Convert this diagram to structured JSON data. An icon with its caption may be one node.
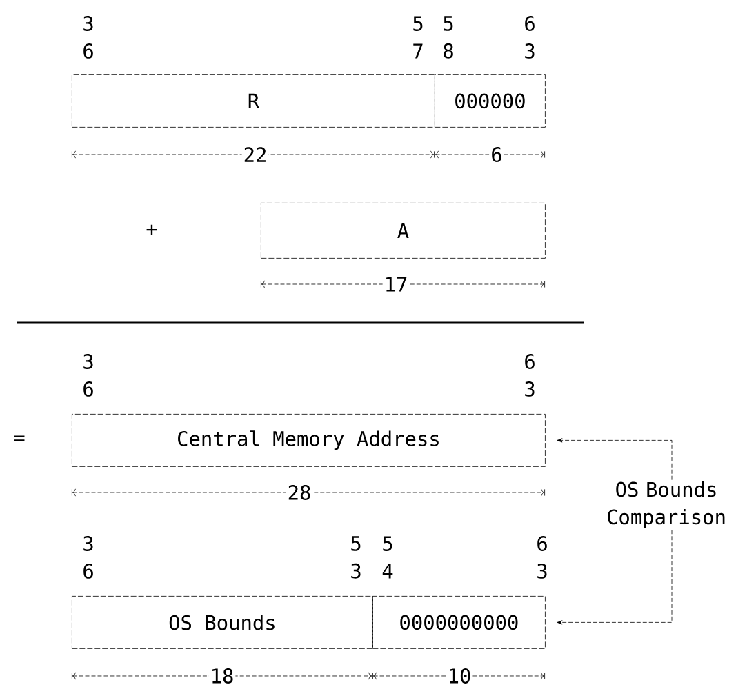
{
  "diagram": {
    "nodes": [
      {
        "text": [
          "R"
        ]
      },
      {
        "text": [
          "000000"
        ]
      },
      {
        "text": [
          "A"
        ]
      },
      {
        "text": [
          "Central Memory Address"
        ]
      },
      {
        "text": [
          "OS Bounds"
        ]
      },
      {
        "text": [
          "0000000000"
        ]
      },
      {
        "text": [
          "OS Bounds Comparison"
        ]
      }
    ],
    "edges": [
      {
        "from": 6,
        "to": 3,
        "arrow": "to"
      },
      {
        "from": 6,
        "to": 5,
        "arrow": "to"
      }
    ],
    "labels": [
      "3 6",
      "5 7",
      "5 8",
      "6 3",
      "22",
      "6",
      "+",
      "17",
      "=",
      "3 6",
      "6 3",
      "28",
      "3 6",
      "5 3",
      "5 4",
      "6 3",
      "18",
      "10"
    ]
  }
}
